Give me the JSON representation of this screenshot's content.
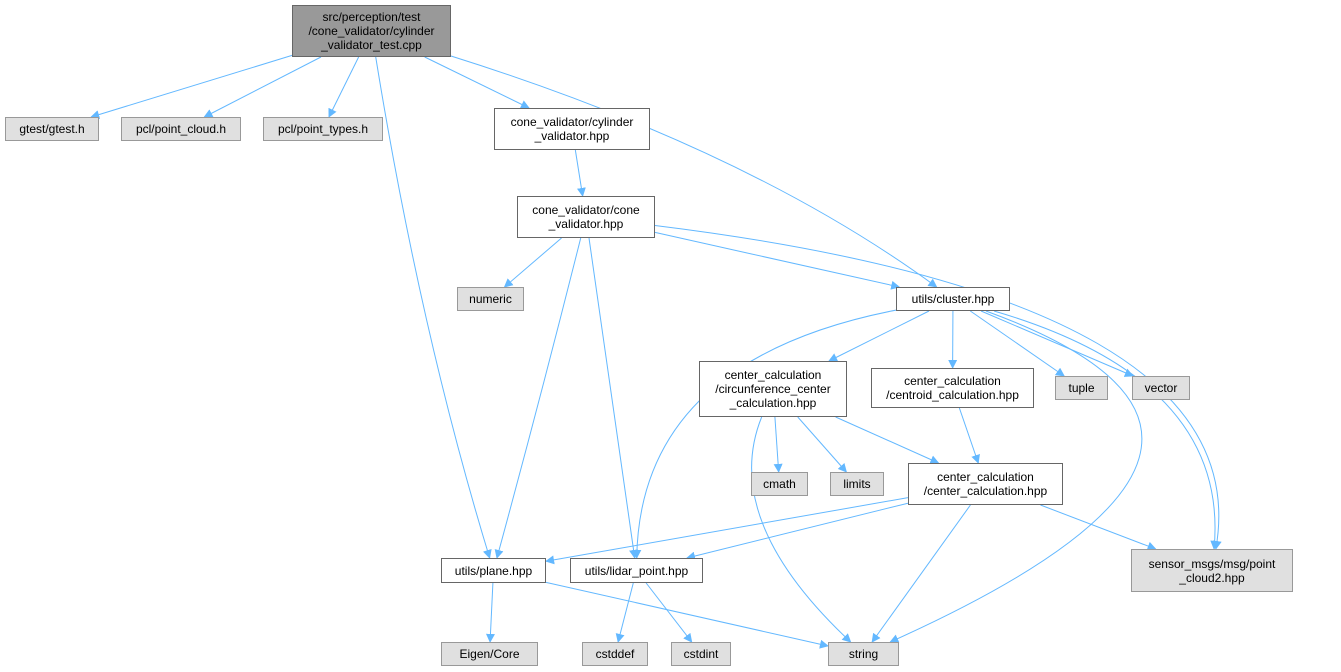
{
  "graph": {
    "type": "include-dependency-graph",
    "edge_color": "#63b8ff",
    "nodes": {
      "root": {
        "label": "src/perception/test\n/cone_validator/cylinder\n_validator_test.cpp",
        "kind": "root"
      },
      "gtest": {
        "label": "gtest/gtest.h",
        "kind": "external"
      },
      "pcl_cloud": {
        "label": "pcl/point_cloud.h",
        "kind": "external"
      },
      "pcl_types": {
        "label": "pcl/point_types.h",
        "kind": "external"
      },
      "cylinder": {
        "label": "cone_validator/cylinder\n_validator.hpp",
        "kind": "local"
      },
      "cone": {
        "label": "cone_validator/cone\n_validator.hpp",
        "kind": "local"
      },
      "numeric": {
        "label": "numeric",
        "kind": "external"
      },
      "cluster": {
        "label": "utils/cluster.hpp",
        "kind": "local"
      },
      "circ": {
        "label": "center_calculation\n/circunference_center\n_calculation.hpp",
        "kind": "local"
      },
      "centroid": {
        "label": "center_calculation\n/centroid_calculation.hpp",
        "kind": "local"
      },
      "tuple": {
        "label": "tuple",
        "kind": "external"
      },
      "vector": {
        "label": "vector",
        "kind": "external"
      },
      "cmath": {
        "label": "cmath",
        "kind": "external"
      },
      "limits": {
        "label": "limits",
        "kind": "external"
      },
      "center": {
        "label": "center_calculation\n/center_calculation.hpp",
        "kind": "local"
      },
      "sensor": {
        "label": "sensor_msgs/msg/point\n_cloud2.hpp",
        "kind": "external"
      },
      "plane": {
        "label": "utils/plane.hpp",
        "kind": "local"
      },
      "lidar": {
        "label": "utils/lidar_point.hpp",
        "kind": "local"
      },
      "eigen": {
        "label": "Eigen/Core",
        "kind": "external"
      },
      "cstddef": {
        "label": "cstddef",
        "kind": "external"
      },
      "cstdint": {
        "label": "cstdint",
        "kind": "external"
      },
      "string": {
        "label": "string",
        "kind": "external"
      }
    },
    "edges": [
      [
        "root",
        "gtest"
      ],
      [
        "root",
        "pcl_cloud"
      ],
      [
        "root",
        "pcl_types"
      ],
      [
        "root",
        "plane"
      ],
      [
        "root",
        "cylinder"
      ],
      [
        "root",
        "cluster"
      ],
      [
        "cylinder",
        "cone"
      ],
      [
        "cone",
        "numeric"
      ],
      [
        "cone",
        "cluster"
      ],
      [
        "cone",
        "plane"
      ],
      [
        "cone",
        "lidar"
      ],
      [
        "cone",
        "sensor"
      ],
      [
        "cluster",
        "circ"
      ],
      [
        "cluster",
        "centroid"
      ],
      [
        "cluster",
        "tuple"
      ],
      [
        "cluster",
        "vector"
      ],
      [
        "cluster",
        "sensor"
      ],
      [
        "cluster",
        "lidar"
      ],
      [
        "cluster",
        "string"
      ],
      [
        "circ",
        "cmath"
      ],
      [
        "circ",
        "limits"
      ],
      [
        "circ",
        "center"
      ],
      [
        "circ",
        "string"
      ],
      [
        "centroid",
        "center"
      ],
      [
        "center",
        "plane"
      ],
      [
        "center",
        "lidar"
      ],
      [
        "center",
        "sensor"
      ],
      [
        "center",
        "string"
      ],
      [
        "plane",
        "eigen"
      ],
      [
        "plane",
        "string"
      ],
      [
        "lidar",
        "cstddef"
      ],
      [
        "lidar",
        "cstdint"
      ]
    ]
  }
}
